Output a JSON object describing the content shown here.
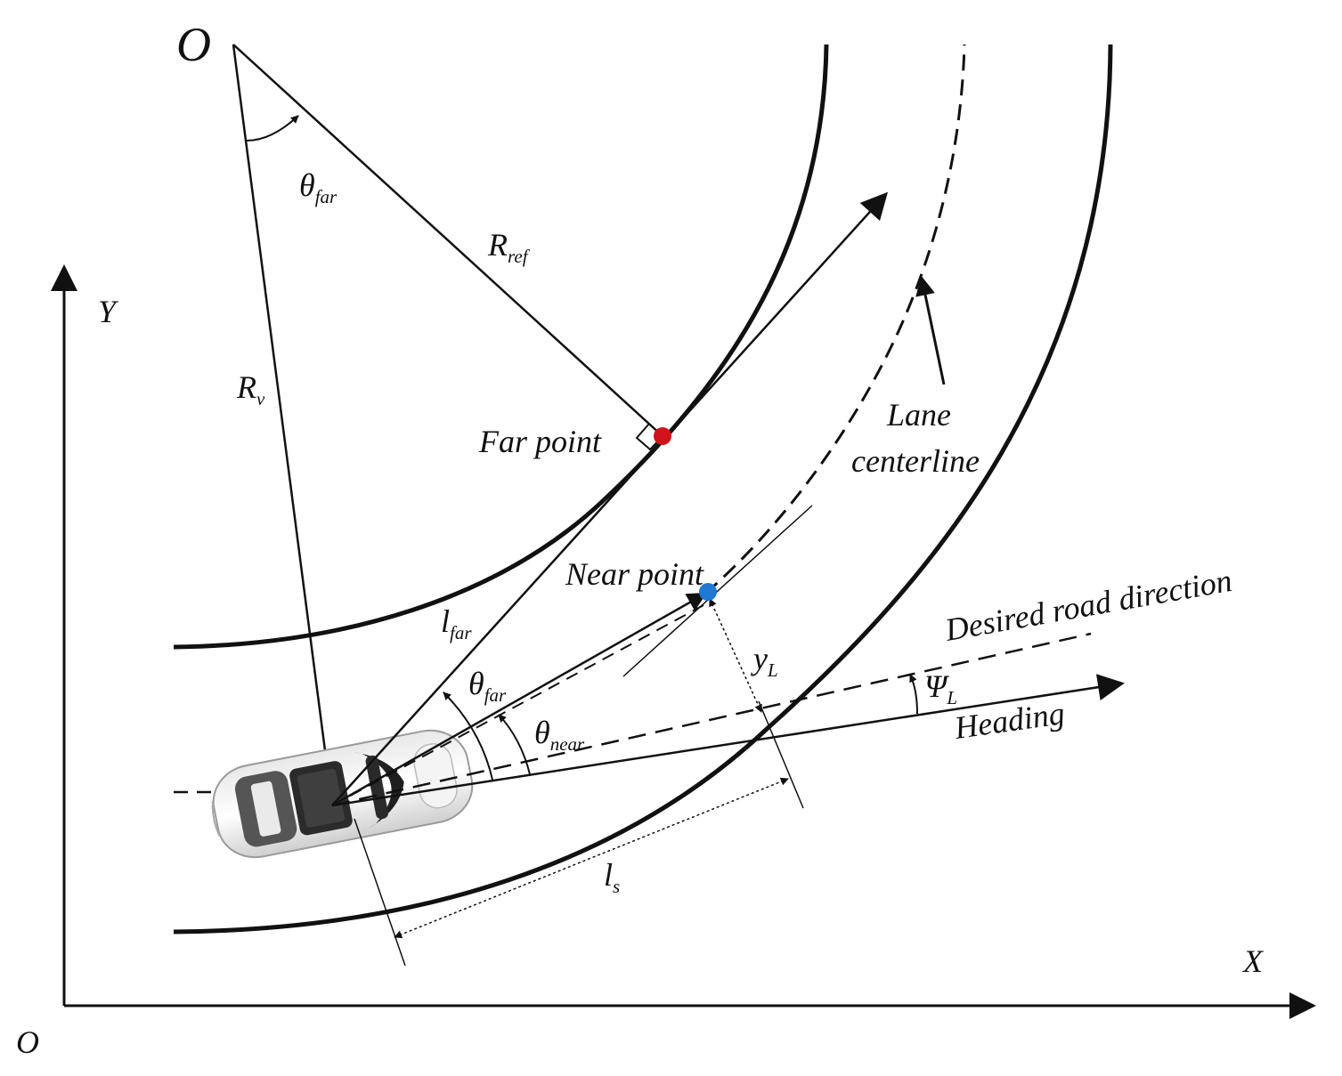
{
  "labels": {
    "origin_center": "O",
    "origin_axes": "O",
    "axis_x": "X",
    "axis_y": "Y",
    "r_v": {
      "main": "R",
      "sub": "v"
    },
    "r_ref": {
      "main": "R",
      "sub": "ref"
    },
    "theta_far_top": {
      "main": "θ",
      "sub": "far"
    },
    "theta_far_car": {
      "main": "θ",
      "sub": "far"
    },
    "theta_near": {
      "main": "θ",
      "sub": "near"
    },
    "l_far": {
      "main": "l",
      "sub": "far"
    },
    "l_s": {
      "main": "l",
      "sub": "s"
    },
    "y_l": {
      "main": "y",
      "sub": "L"
    },
    "psi_l": {
      "main": "Ψ",
      "sub": "L"
    },
    "far_point": "Far point",
    "near_point": "Near point",
    "lane_centerline_1": "Lane",
    "lane_centerline_2": "centerline",
    "desired_road_direction": "Desired road direction",
    "heading": "Heading"
  },
  "colors": {
    "far_point": "#d0141c",
    "near_point": "#1f78d1",
    "ink": "#111111"
  }
}
